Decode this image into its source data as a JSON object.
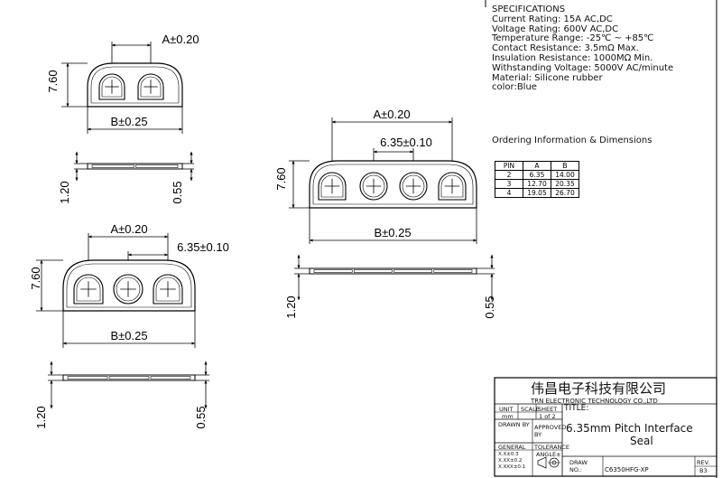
{
  "specifications": {
    "heading": "SPECIFICATIONS",
    "lines": [
      "Current Rating: 15A AC,DC",
      "Voltage Rating: 600V AC,DC",
      "Temperature Range: -25℃ ~ +85℃",
      "Contact Resistance: 3.5mΩ Max.",
      "Insulation Resistance: 1000MΩ Min.",
      "Withstanding Voltage: 5000V AC/minute",
      "Material: Silicone rubber",
      "color:Blue"
    ]
  },
  "ordering": {
    "heading": "Ordering Information & Dimensions",
    "columns": [
      "PIN",
      "A",
      "B"
    ],
    "rows": [
      [
        "2",
        "6.35",
        "14.00"
      ],
      [
        "3",
        "12.70",
        "20.35"
      ],
      [
        "4",
        "19.05",
        "26.70"
      ]
    ]
  },
  "dimensions": {
    "a_tol": "A±0.20",
    "b_tol": "B±0.25",
    "pitch": "6.35±0.10",
    "height": "7.60",
    "thickness": "1.20",
    "thin": "0.55"
  },
  "title_block": {
    "company_cn": "伟昌电子科技有限公司",
    "company_en": "TRN ELECTRONIC TECHNOLOGY CO.,LTD",
    "unit_label": "UNIT",
    "unit_value": "mm",
    "scale_label": "SCALE",
    "sheet_label": "SHEET",
    "sheet_value": "1 of 2",
    "title_label": "TITLE:",
    "title_line1": "6.35mm Pitch Interface",
    "title_line2": "Seal",
    "drawn_by": "DRAWN BY",
    "approved_by": "APPROVED BY",
    "general": "GENERAL",
    "tolerance": "TOLERANCE",
    "tol1": "X.X±0.3",
    "tol2": "X.XX±0.2",
    "tol3": "X.XXX±0.1",
    "angle": "ANGLE±",
    "draw_no_label": "DRAW NO.:",
    "draw_no_value": "C6350HFG-XP",
    "rev_label": "REV.",
    "rev_value": "B3"
  }
}
